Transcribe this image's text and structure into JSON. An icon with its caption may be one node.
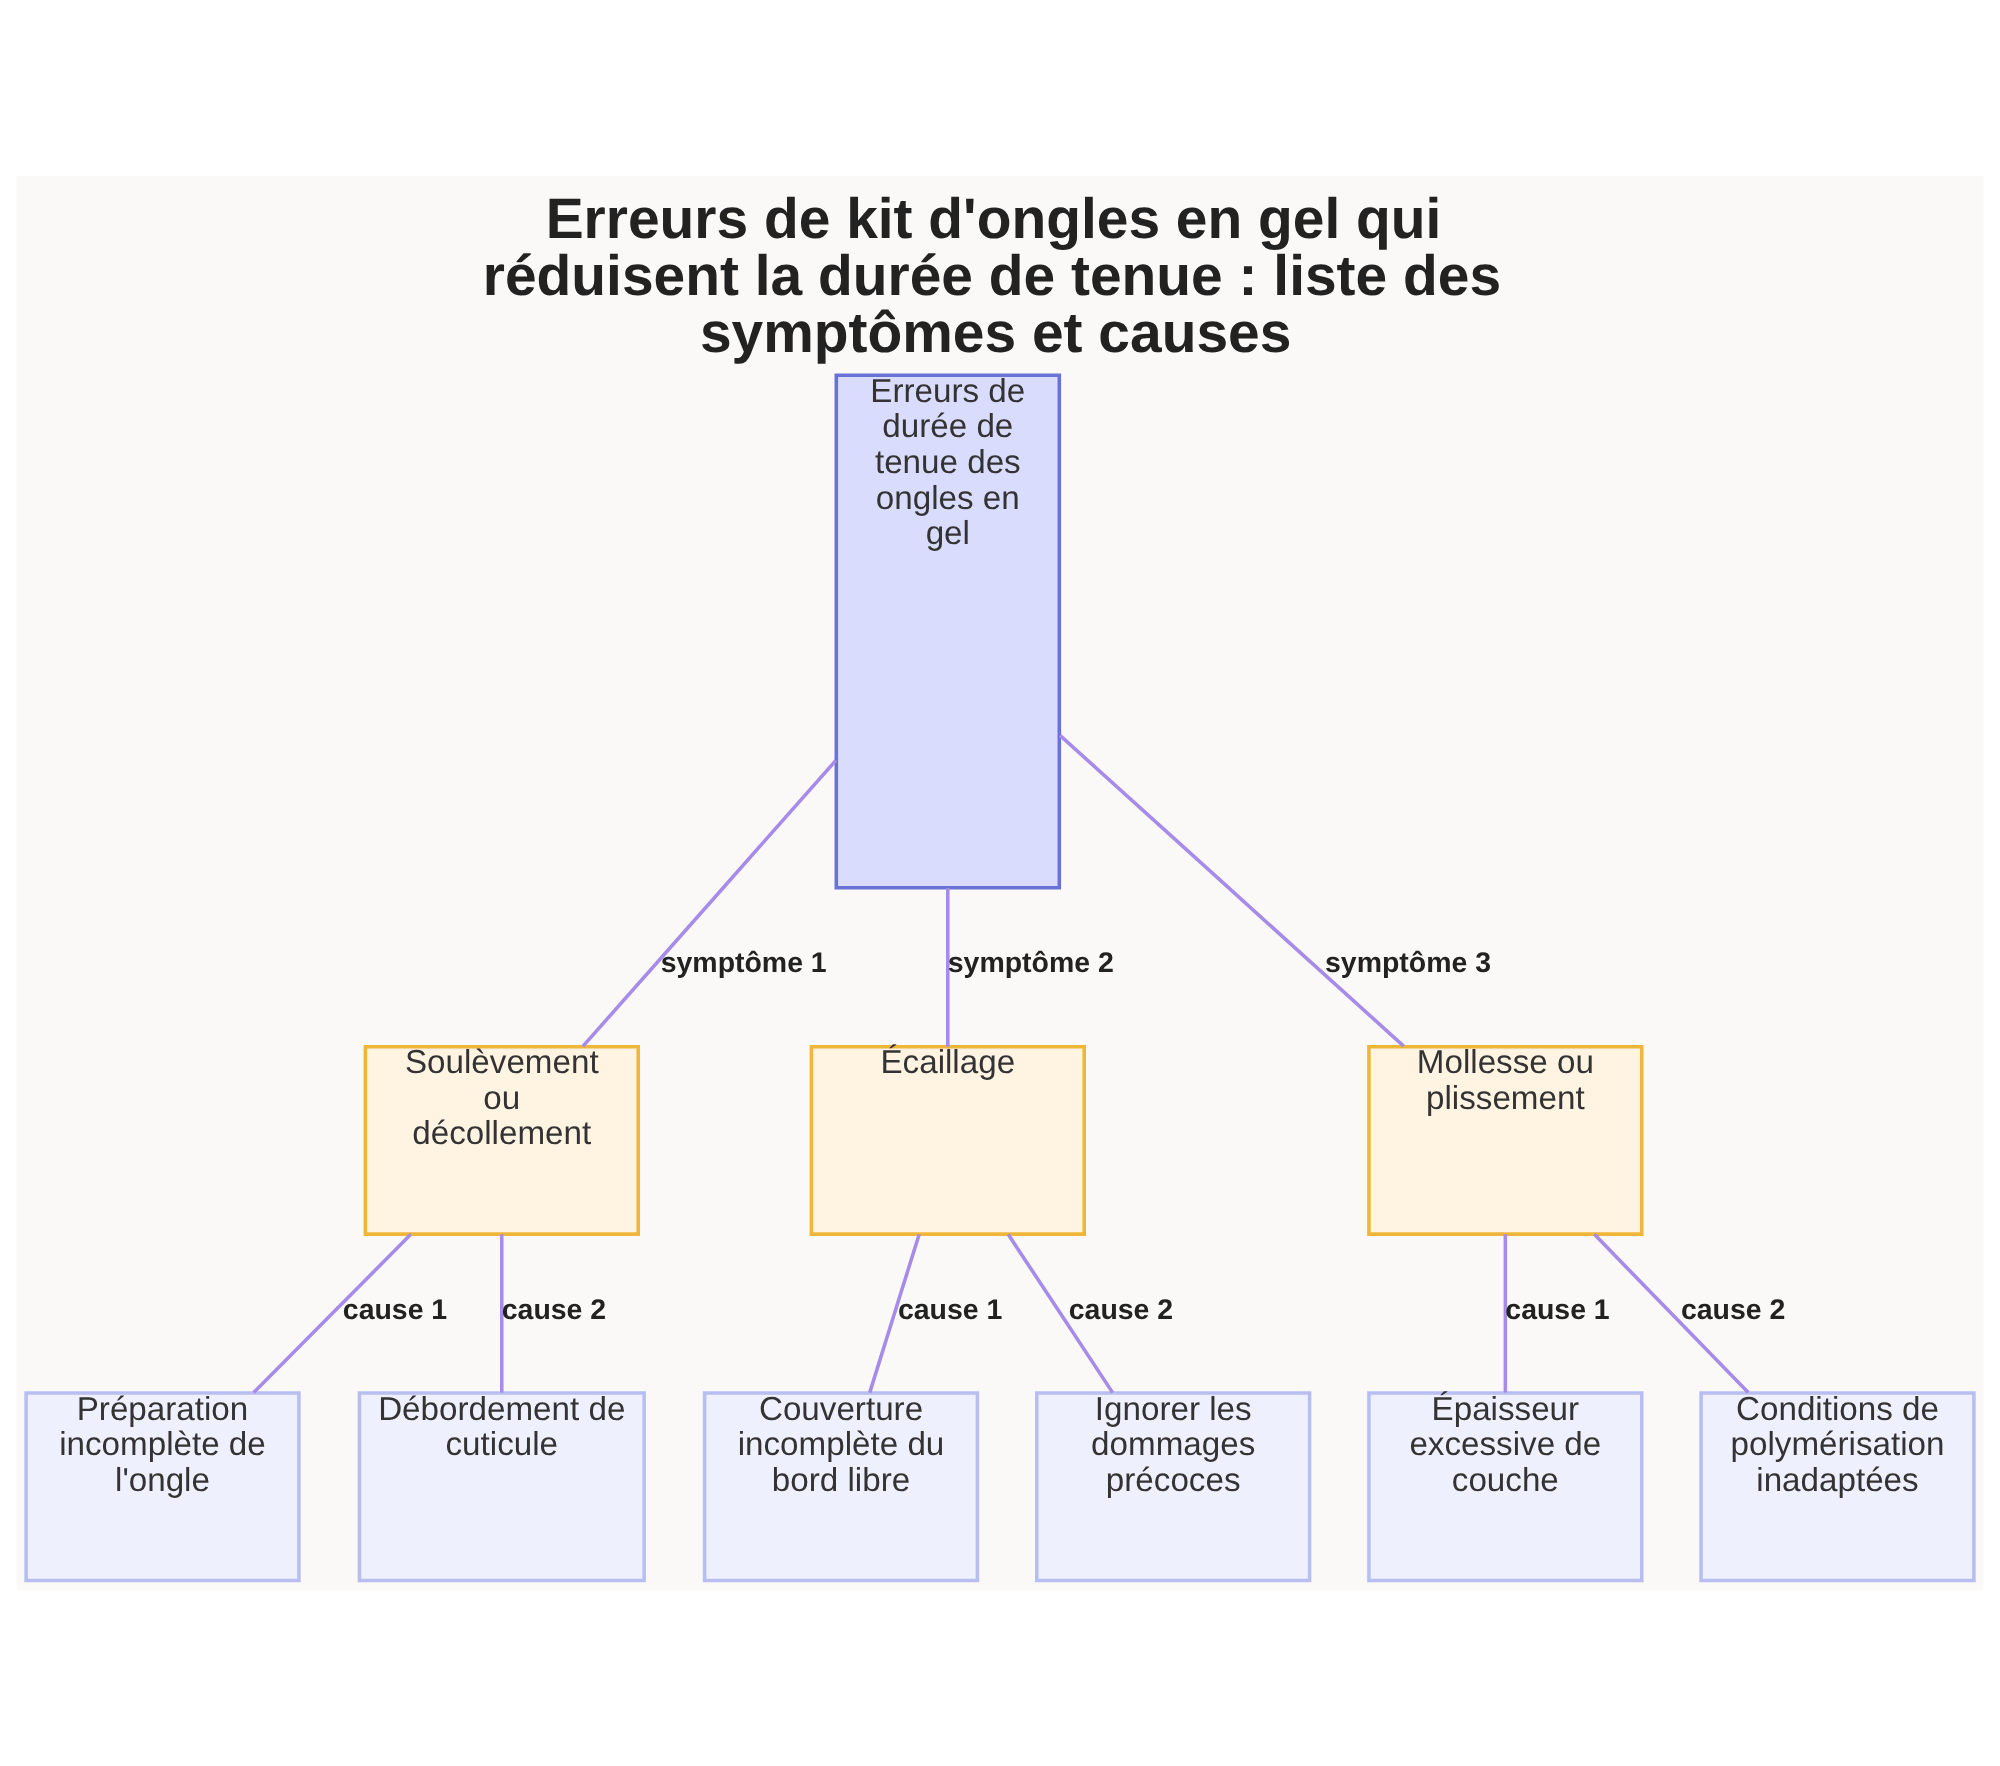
{
  "diagram": {
    "title": "Erreurs de kit d'ongles en gel qui réduisent la durée de tenue : liste des symptômes et causes",
    "nodes": [
      {
        "text": [
          "Erreurs de durée de tenue des ongles en gel"
        ]
      },
      {
        "text": [
          "Soulèvement ou décollement"
        ]
      },
      {
        "text": [
          "Écaillage"
        ]
      },
      {
        "text": [
          "Mollesse ou plissement"
        ]
      },
      {
        "text": [
          "Préparation incomplète de l'ongle"
        ]
      },
      {
        "text": [
          "Débordement de cuticule"
        ]
      },
      {
        "text": [
          "Couverture incomplète du bord libre"
        ]
      },
      {
        "text": [
          "Ignorer les dommages précoces"
        ]
      },
      {
        "text": [
          "Épaisseur excessive de couche"
        ]
      },
      {
        "text": [
          "Conditions de polymérisation inadaptées"
        ]
      }
    ],
    "edges": [
      {
        "from": 0,
        "to": 1,
        "arrow": "none",
        "label": "symptôme 1"
      },
      {
        "from": 0,
        "to": 2,
        "arrow": "none",
        "label": "symptôme 2"
      },
      {
        "from": 0,
        "to": 3,
        "arrow": "none",
        "label": "symptôme 3"
      },
      {
        "from": 1,
        "to": 4,
        "arrow": "none",
        "label": "cause 1"
      },
      {
        "from": 1,
        "to": 5,
        "arrow": "none",
        "label": "cause 2"
      },
      {
        "from": 2,
        "to": 6,
        "arrow": "none",
        "label": "cause 1"
      },
      {
        "from": 2,
        "to": 7,
        "arrow": "none",
        "label": "cause 2"
      },
      {
        "from": 3,
        "to": 8,
        "arrow": "none",
        "label": "cause 1"
      },
      {
        "from": 3,
        "to": 9,
        "arrow": "none",
        "label": "cause 2"
      }
    ]
  }
}
